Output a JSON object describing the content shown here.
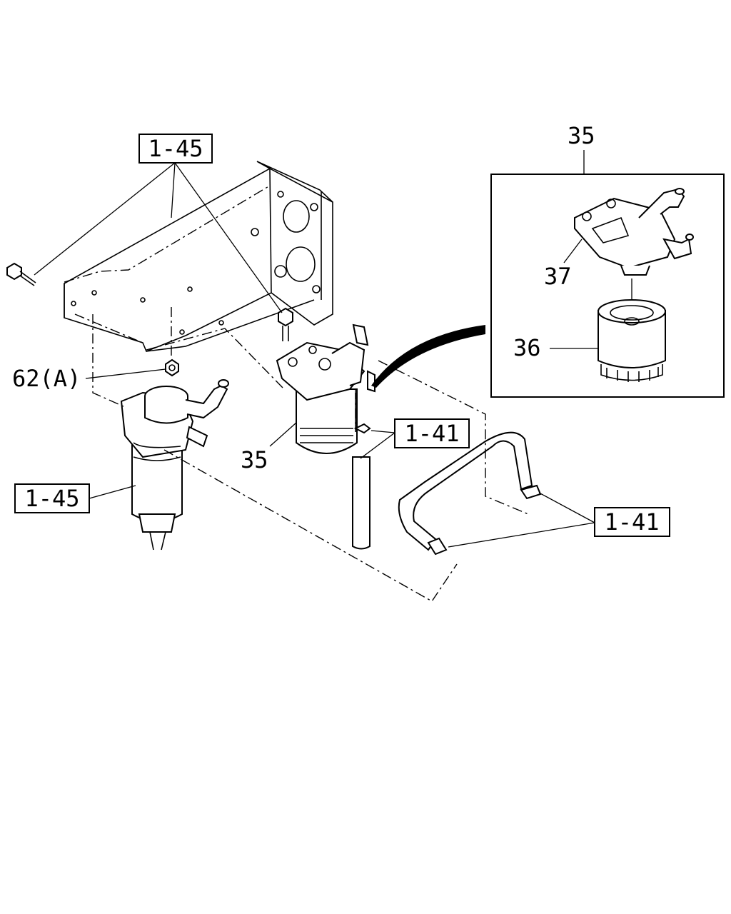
{
  "callouts": {
    "ref_top_left": "1-45",
    "ref_bottom_left": "1-45",
    "ref_middle_right": "1-41",
    "ref_bottom_right": "1-41",
    "part_62a": "62(A)",
    "part_35_main": "35",
    "part_35_detail": "35",
    "part_37": "37",
    "part_36": "36"
  }
}
